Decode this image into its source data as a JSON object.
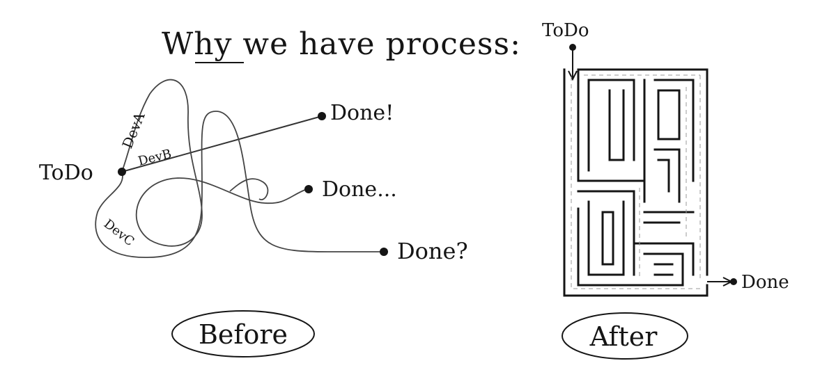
{
  "title": "Why we have process:",
  "before": {
    "start_label": "ToDo",
    "dev_a_label": "DevA",
    "dev_b_label": "DevB",
    "dev_c_label": "DevC",
    "done_a_label": "Done!",
    "done_b_label": "Done...",
    "done_c_label": "Done?",
    "caption": "Before"
  },
  "after": {
    "start_label": "ToDo",
    "end_label": "Done",
    "caption": "After"
  },
  "colors": {
    "ink": "#151515",
    "path": "#444444",
    "paper": "#ffffff",
    "guide": "#9a9a9a"
  }
}
